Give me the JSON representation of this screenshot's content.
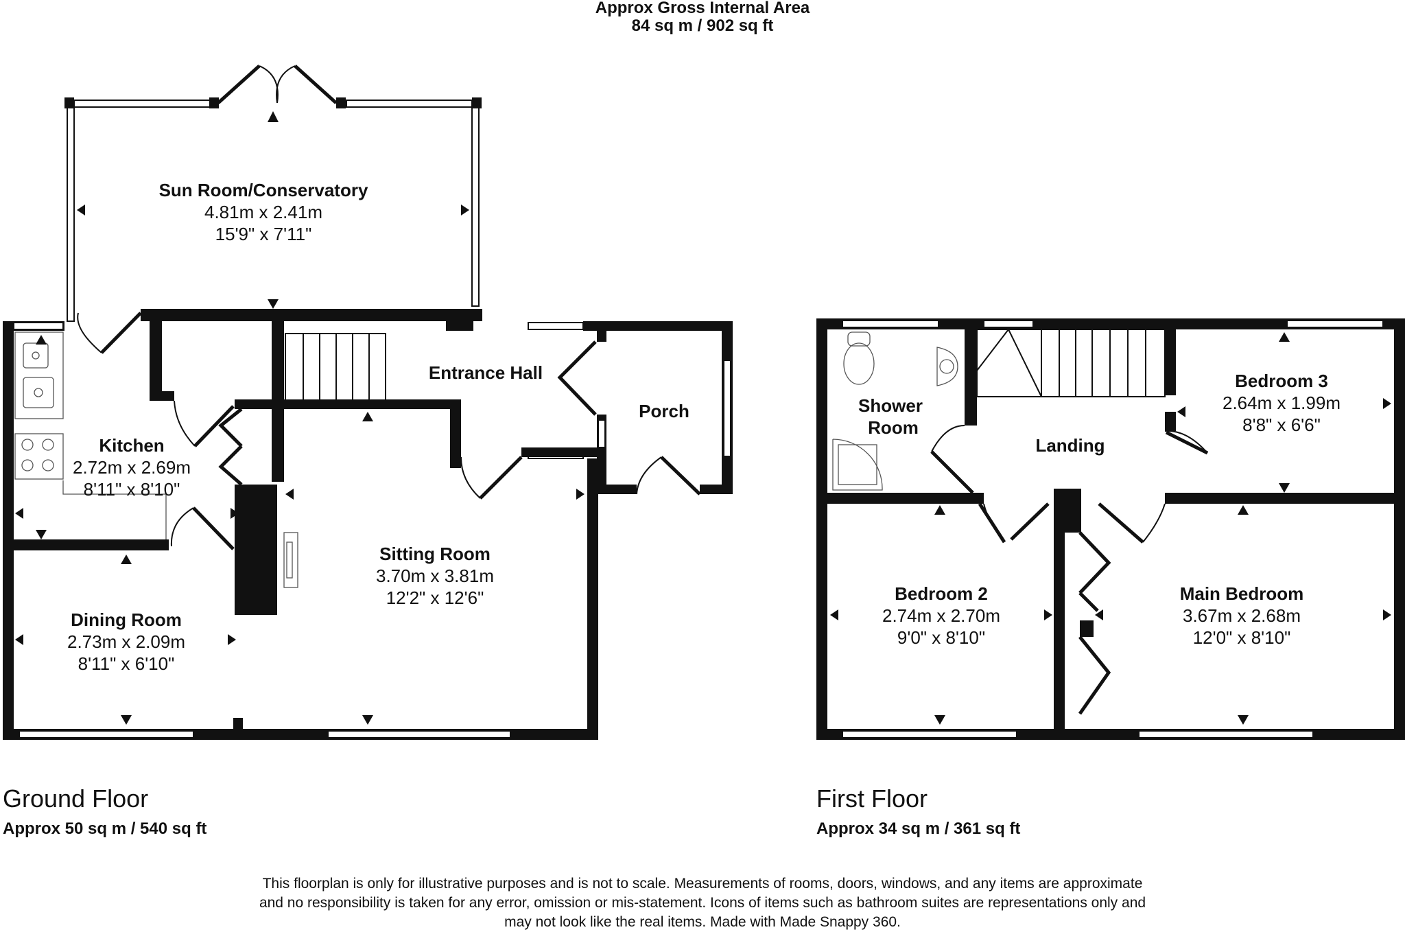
{
  "header": {
    "title": "Approx Gross Internal Area",
    "area": "84 sq m / 902 sq ft"
  },
  "ground_floor": {
    "name": "Ground Floor",
    "area": "Approx 50 sq m / 540 sq ft",
    "rooms": {
      "sunroom": {
        "name": "Sun Room/Conservatory",
        "metric": "4.81m x 2.41m",
        "imperial": "15'9\" x 7'11\""
      },
      "kitchen": {
        "name": "Kitchen",
        "metric": "2.72m x 2.69m",
        "imperial": "8'11\" x 8'10\""
      },
      "entrance_hall": {
        "name": "Entrance Hall"
      },
      "porch": {
        "name": "Porch"
      },
      "sitting_room": {
        "name": "Sitting Room",
        "metric": "3.70m x 3.81m",
        "imperial": "12'2\" x 12'6\""
      },
      "dining_room": {
        "name": "Dining Room",
        "metric": "2.73m x 2.09m",
        "imperial": "8'11\" x 6'10\""
      }
    }
  },
  "first_floor": {
    "name": "First Floor",
    "area": "Approx 34 sq m / 361 sq ft",
    "rooms": {
      "shower_room": {
        "name_line1": "Shower",
        "name_line2": "Room"
      },
      "landing": {
        "name": "Landing"
      },
      "bedroom3": {
        "name": "Bedroom 3",
        "metric": "2.64m x 1.99m",
        "imperial": "8'8\" x 6'6\""
      },
      "bedroom2": {
        "name": "Bedroom 2",
        "metric": "2.74m x 2.70m",
        "imperial": "9'0\" x 8'10\""
      },
      "main_bedroom": {
        "name": "Main Bedroom",
        "metric": "3.67m x 2.68m",
        "imperial": "12'0\" x 8'10\""
      }
    }
  },
  "disclaimer": {
    "line1": "This floorplan is only for illustrative purposes and is not to scale. Measurements of rooms, doors, windows, and any items are approximate",
    "line2": "and no responsibility is taken for any error, omission or mis-statement. Icons of items such as bathroom suites are representations only and",
    "line3": "may not look like the real items. Made with Made Snappy 360."
  }
}
